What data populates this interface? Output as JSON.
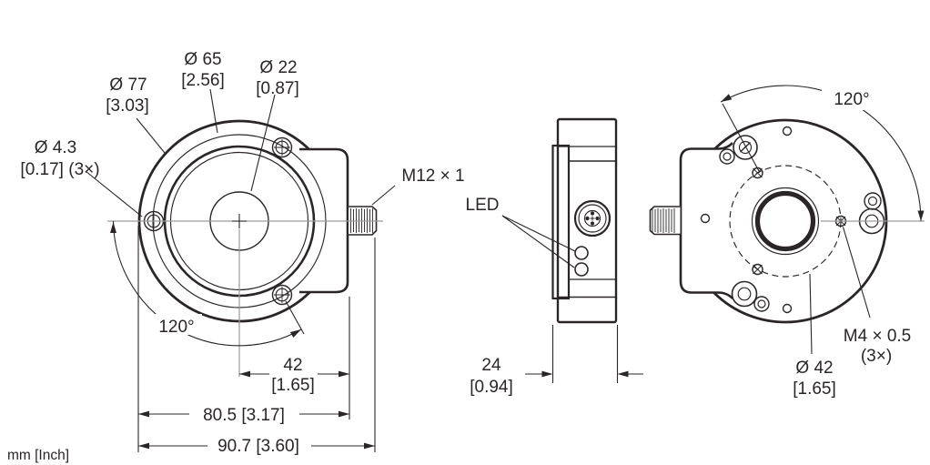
{
  "colors": {
    "line": "#2a2627",
    "centerline": "#9a9a9a",
    "background": "#ffffff"
  },
  "units_note": "mm [Inch]",
  "front_view": {
    "labels": {
      "dia_77": "Ø 77",
      "dia_77_inch": "[3.03]",
      "dia_65": "Ø 65",
      "dia_65_inch": "[2.56]",
      "dia_22": "Ø 22",
      "dia_22_inch": "[0.87]",
      "dia_4_3": "Ø 4.3",
      "dia_4_3_inch": "[0.17] (3×)",
      "thread": "M12 × 1",
      "angle": "120°"
    },
    "dimensions": {
      "width_42": "42",
      "width_42_inch": "[1.65]",
      "width_80_5": "80.5 [3.17]",
      "width_90_7": "90.7 [3.60]"
    }
  },
  "side_view": {
    "labels": {
      "led": "LED"
    },
    "dimensions": {
      "depth_24": "24",
      "depth_24_inch": "[0.94]"
    }
  },
  "back_view": {
    "labels": {
      "angle": "120°",
      "thread": "M4 × 0.5",
      "thread_count": "(3×)",
      "dia_42": "Ø 42",
      "dia_42_inch": "[1.65]"
    }
  }
}
